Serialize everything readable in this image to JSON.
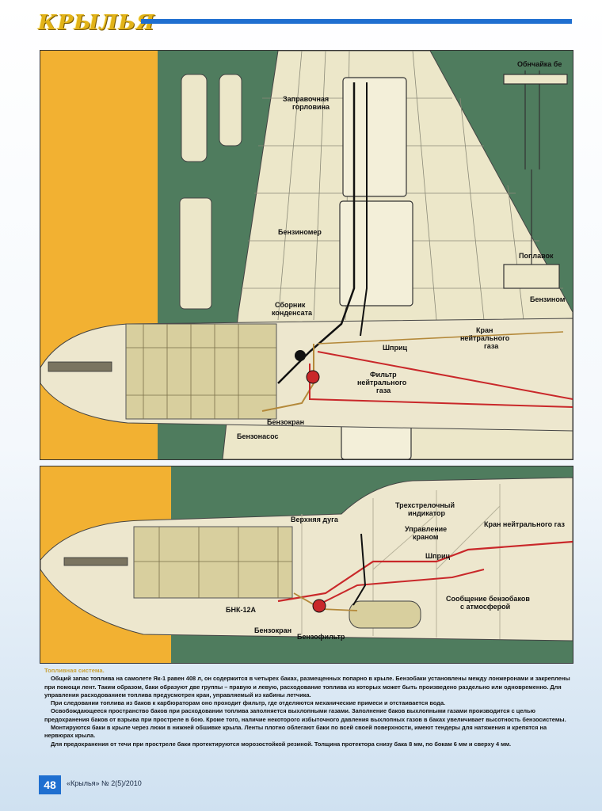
{
  "header": {
    "logo_text": "КРЫЛЬЯ",
    "accent_color": "#1f6fd0",
    "logo_color": "#e2b318"
  },
  "top_figure": {
    "labels": {
      "obychayka": "Обнчайка бе",
      "zapravochnaya1": "Заправочная",
      "zapravochnaya2": "горловина",
      "benzinomer": "Бензиномер",
      "poplavok": "Поплавок",
      "benzinom": "Бензином",
      "sbornik1": "Сборник",
      "sbornik2": "конденсата",
      "kran_ng1": "Кран",
      "kran_ng2": "нейтрального",
      "kran_ng3": "газа",
      "shprits": "Шприц",
      "filtr1": "Фильтр",
      "filtr2": "нейтрального",
      "filtr3": "газа",
      "benzokran": "Бензокран",
      "benzonasos": "Бензонасос"
    }
  },
  "bottom_figure": {
    "labels": {
      "trekh1": "Трехстрелочный",
      "trekh2": "индикатор",
      "verkhnyaya": "Верхняя дуга",
      "upr1": "Управление",
      "upr2": "краном",
      "kran_ng": "Кран нейтрального газ",
      "shprits": "Шприц",
      "bnk": "БНК-12А",
      "soob1": "Сообщение бензобаков",
      "soob2": "с атмосферой",
      "benzokran": "Бензокран",
      "benzofiltr": "Бензофильтр"
    }
  },
  "caption": {
    "title": "Топливная система.",
    "paragraphs": [
      "Общий запас топлива на самолете Як-1 равен 408 л, он содержится в четырех баках, размещенных попарно в крыле. Бензобаки установлены между лонжеронами и закреплены при помощи лент. Таким образом, баки образуют две группы – правую и левую, расходование топлива из которых может быть произведено раздельно или одновременно. Для управления расходованием топлива предусмотрен кран, управляемый из кабины летчика.",
      "При следовании топлива из баков к карбюраторам оно проходит фильтр, где отделяются механические примеси и отстаивается вода.",
      "Освобождающееся пространство баков при расходовании топлива заполняется выхлопными газами. Заполнение баков выхлопными газами производится с целью предохранения баков от взрыва при прострелe в бою. Кроме того, наличие некоторого избыточного давления выхлопных газов в баках увеличивает высотность бензосистемы.",
      "Монтируются баки в крыле через люки в нижней обшивке крыла. Ленты плотно облегают баки по всей своей поверхности, имеют тендеры для натяжения и крепятся на нервюрах крыла.",
      "Для предохранения от течи при прострелe баки протектируются морозостойкой резиной. Толщина протектора снизу бака 8 мм, по бокам 6 мм и сверху 4 мм."
    ]
  },
  "footer": {
    "page_number": "48",
    "issue": "«Крылья» № 2(5)/2010"
  }
}
